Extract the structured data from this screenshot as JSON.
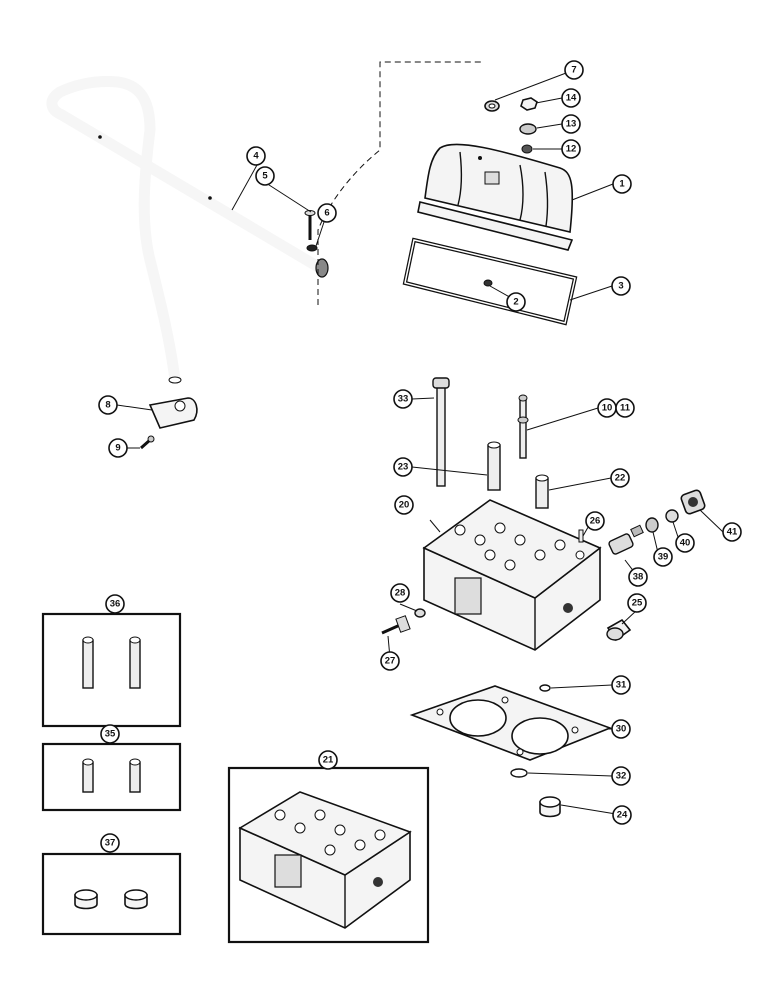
{
  "callouts": {
    "c1": "1",
    "c2": "2",
    "c3": "3",
    "c4": "4",
    "c5": "5",
    "c6": "6",
    "c7": "7",
    "c8": "8",
    "c9": "9",
    "c10": "10",
    "c11": "11",
    "c12": "12",
    "c13": "13",
    "c14": "14",
    "c20": "20",
    "c21": "21",
    "c22": "22",
    "c23": "23",
    "c24": "24",
    "c25": "25",
    "c26": "26",
    "c27": "27",
    "c28": "28",
    "c30": "30",
    "c31": "31",
    "c32": "32",
    "c33": "33",
    "c35": "35",
    "c36": "36",
    "c37": "37",
    "c38": "38",
    "c39": "39",
    "c40": "40",
    "c41": "41"
  }
}
